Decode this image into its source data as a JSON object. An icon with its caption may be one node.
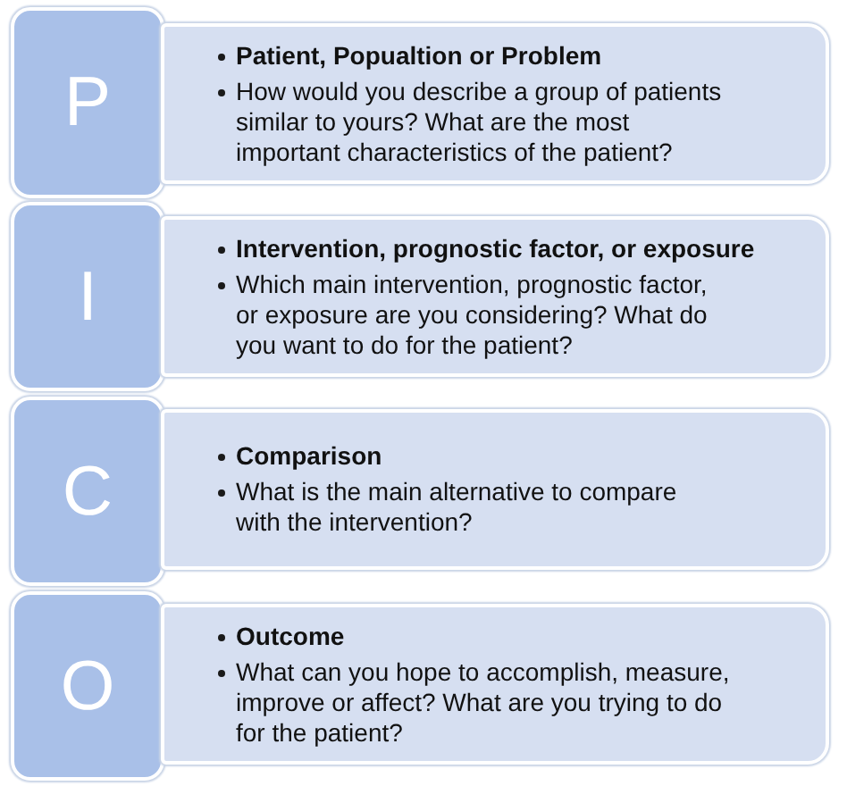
{
  "diagram": {
    "nodes": [
      {
        "text": [
          "P"
        ]
      },
      {
        "text": [
          "Patient, Popualtion or Problem",
          "How would you describe a group of patients similar to yours? What are the most important characteristics of the patient?"
        ]
      },
      {
        "text": [
          "I"
        ]
      },
      {
        "text": [
          "Intervention, prognostic factor, or exposure",
          "Which main intervention, prognostic factor, or exposure are you considering? What do you want to do for the patient?"
        ]
      },
      {
        "text": [
          "C"
        ]
      },
      {
        "text": [
          "Comparison",
          "What is the main alternative to compare with the intervention?"
        ]
      },
      {
        "text": [
          "O"
        ]
      },
      {
        "text": [
          "Outcome",
          "What can you hope to accomplish, measure, improve or affect? What are you trying to do for the patient?"
        ]
      }
    ]
  }
}
